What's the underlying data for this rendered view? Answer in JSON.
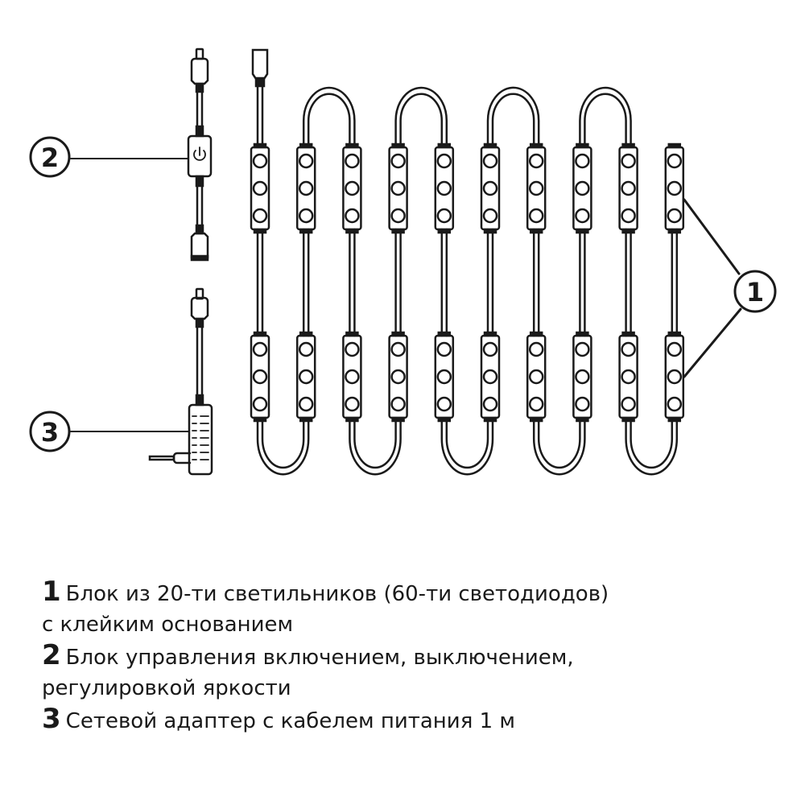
{
  "callouts": {
    "c1": "1",
    "c2": "2",
    "c3": "3"
  },
  "strip": {
    "modules_per_row": 10,
    "leds_per_module": 3,
    "rows": 2
  },
  "colors": {
    "ink": "#1a1a1a",
    "background": "#ffffff"
  },
  "legend": [
    {
      "num": "1",
      "line1": "Блок из 20-ти светильников (60-ти светодиодов)",
      "line2": "с клейким основанием"
    },
    {
      "num": "2",
      "line1": "Блок управления включением, выключением,",
      "line2": "регулировкой яркости"
    },
    {
      "num": "3",
      "line1": "Сетевой адаптер с кабелем питания 1 м",
      "line2": ""
    }
  ]
}
